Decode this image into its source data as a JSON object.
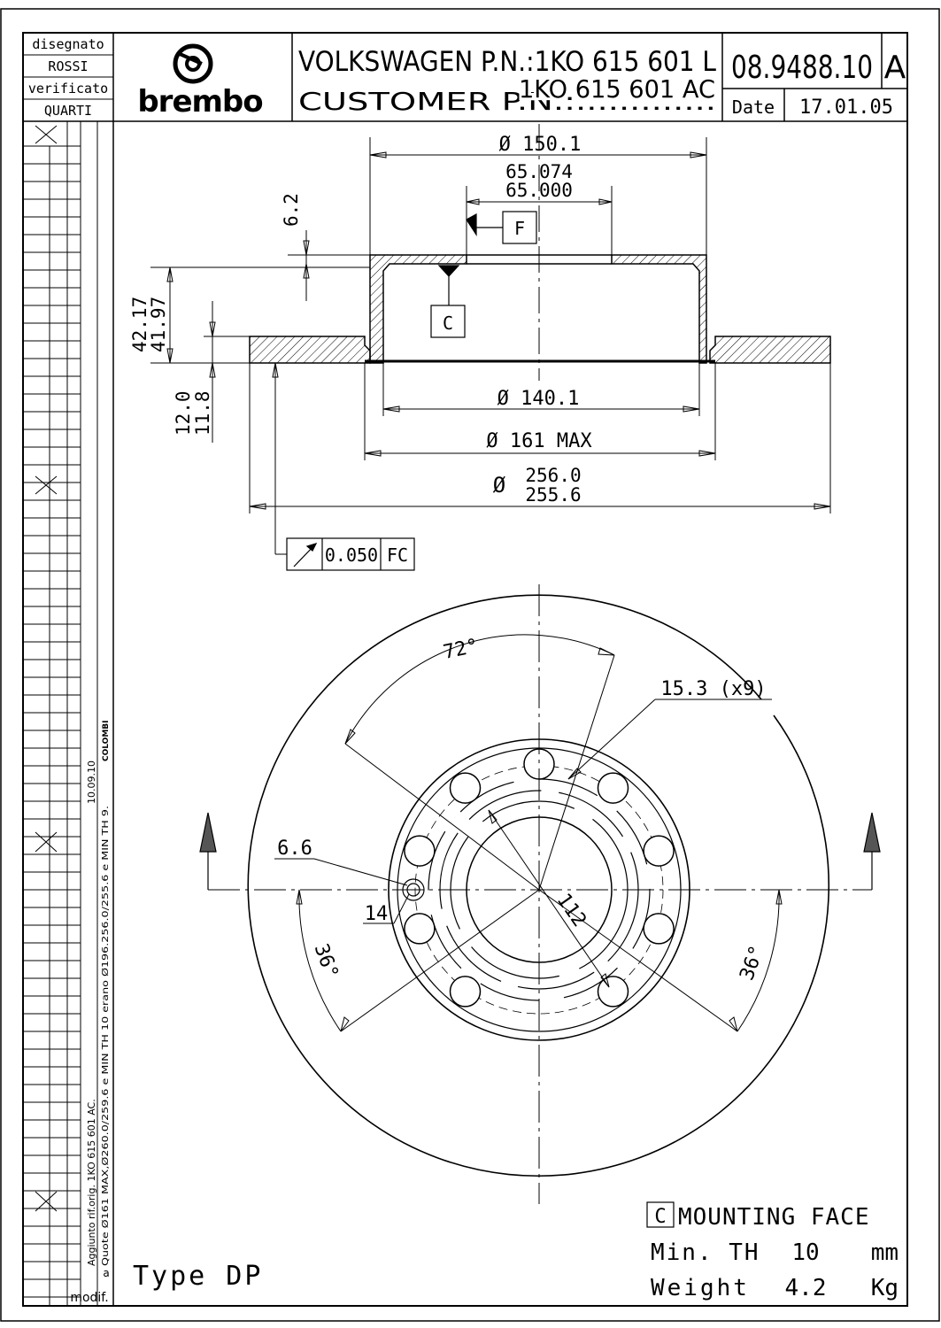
{
  "title_block": {
    "drawn_label": "disegnato",
    "drawn_by": "ROSSI",
    "checked_label": "verificato",
    "checked_by": "QUARTI",
    "logo_text": "brembo",
    "oem_line": "VOLKSWAGEN P.N.:1KO 615 601 L",
    "customer_label": "CUSTOMER P.N.:.............",
    "customer_pn": "1KO 615 601 AC",
    "part_number": "08.9488.10",
    "revision": "A",
    "date_label": "Date",
    "date": "17.01.05"
  },
  "revision_block": {
    "rev_letter": "a",
    "rev_date": "10.09.10",
    "rev_author": "COLOMBI",
    "note_line1": "Aggiunto rif.orig. 1KO 615 601 AC.",
    "note_line2": "Quote Ø161 MAX,Ø260.0/259.6 e MIN TH 10 erano Ø196.256.0/255.6 e MIN TH 9.",
    "modif_label": "modif."
  },
  "section_view": {
    "dim_outer_hat": "Ø 150.1",
    "dim_bore_max": "65.074",
    "dim_bore_min": "65.000",
    "datum_f": "F",
    "datum_c": "C",
    "dim_hat_depth": "6.2",
    "dim_height_max": "42.17",
    "dim_height_min": "41.97",
    "dim_th_max": "12.0",
    "dim_th_min": "11.8",
    "dim_inner": "Ø 140.1",
    "dim_161": "Ø 161 MAX",
    "dim_od_symbol": "Ø",
    "dim_od_max": "256.0",
    "dim_od_min": "255.6",
    "tolerance_value": "0.050",
    "tolerance_datum": "FC"
  },
  "front_view": {
    "angle_top": "72°",
    "holes_label": "15.3 (x9)",
    "small_hole": "6.6",
    "small_hole_cb": "14",
    "pcd": "112",
    "angle_left": "36°",
    "angle_right": "36°"
  },
  "notes": {
    "type_label": "Type DP",
    "mounting_box": "C",
    "mounting_text": "MOUNTING FACE",
    "min_th_label": "Min. TH",
    "min_th_value": "10",
    "min_th_unit": "mm",
    "weight_label": "Weight",
    "weight_value": "4.2",
    "weight_unit": "Kg"
  }
}
